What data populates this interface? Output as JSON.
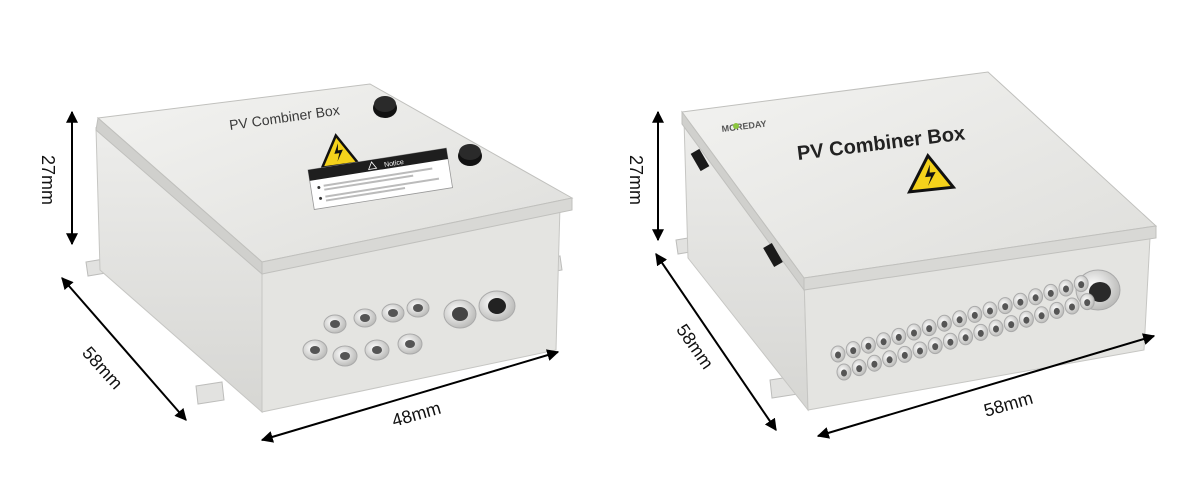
{
  "left_box": {
    "lid_title": "PV Combiner Box",
    "notice_heading": "Notice",
    "dim_height": "27mm",
    "dim_depth": "58mm",
    "dim_width": "48mm"
  },
  "right_box": {
    "brand": "MOREDAY",
    "lid_title": "PV Combiner Box",
    "dim_height": "27mm",
    "dim_depth": "58mm",
    "dim_width": "58mm"
  },
  "colors": {
    "enclosure": "#e9e9e7",
    "enclosure_shadow": "#cfcfcc",
    "warning_yellow": "#f5d21b",
    "brand_green": "#8cc63f",
    "arrow": "#000000"
  }
}
